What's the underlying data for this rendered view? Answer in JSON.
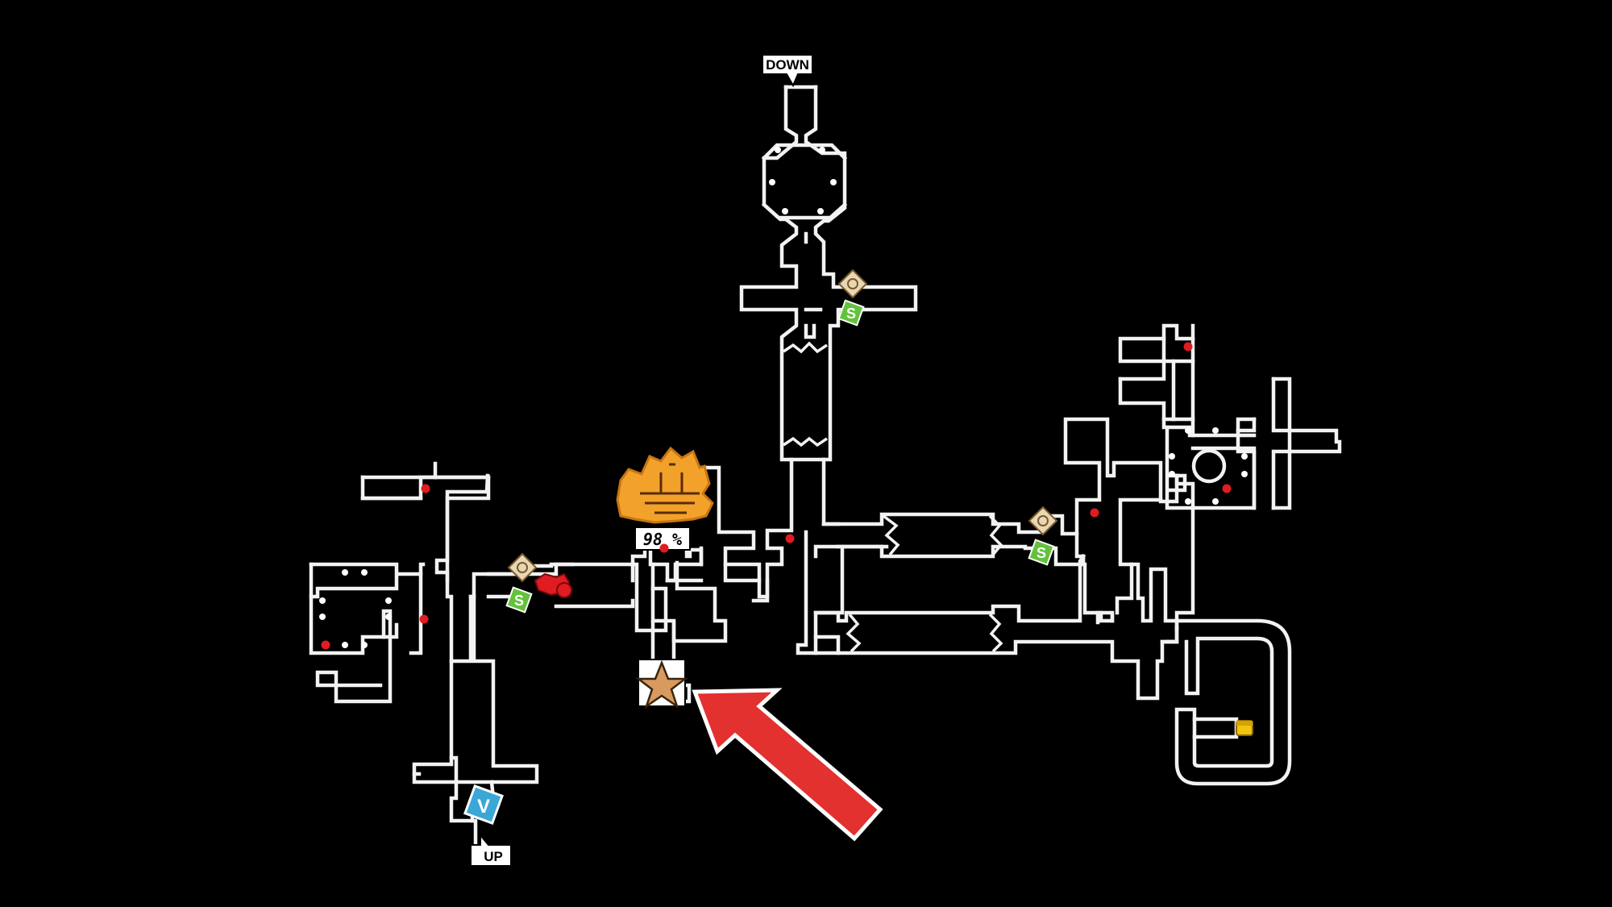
{
  "map": {
    "exit_down_label": "DOWN",
    "exit_up_label": "UP",
    "completion_label": "98 %",
    "safe_room_letter": "S",
    "vantage_letter": "V"
  },
  "colors": {
    "background": "#000000",
    "walls": "#f2f2f2",
    "enemy_dot": "#e01b22",
    "safe_room": "#63c23c",
    "vantage": "#3ba7d6",
    "treasure": "#f1c40f",
    "castle": "#f2a22b",
    "arrow": "#e2312f",
    "star": "#d89a5e"
  },
  "icons": {
    "marker": "star-icon",
    "palace": "castle-icon",
    "treasure": "treasure-chest-icon",
    "transfer": "diamond-transfer-icon",
    "pointer": "arrow-pointer-icon"
  }
}
